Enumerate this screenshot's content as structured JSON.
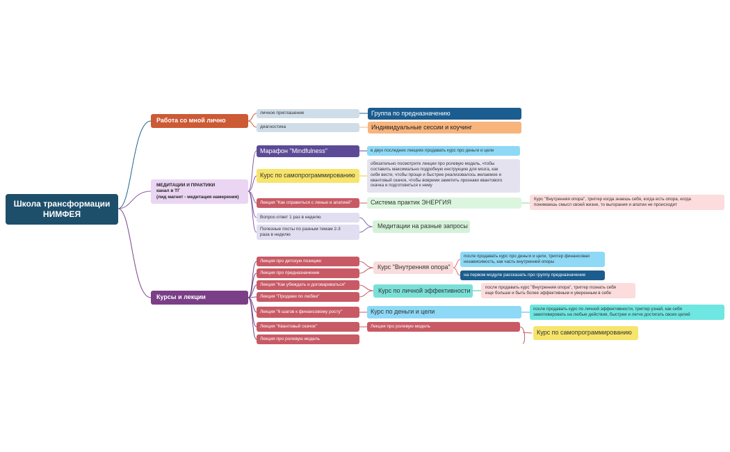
{
  "root": {
    "label": "Школа трансформации\nНИМФЕЯ"
  },
  "branch_personal": {
    "label": "Работа со мной лично",
    "items": [
      {
        "label": "личное приглашение",
        "target": "Группа по предназначению"
      },
      {
        "label": "диагностика",
        "target": "Индивидуальные сессии и коучинг"
      }
    ]
  },
  "branch_meditations": {
    "label": "МЕДИТАЦИИ И ПРАКТИКИ\nканал в ТГ\n(лид магнит - медитация намерения)",
    "marathon": {
      "label": "Марафон \"Mindfulness\"",
      "note": "в двух последних лекциях продавать курс про деньги и цели"
    },
    "selfprog": {
      "label": "Курс по самопрограммированию",
      "note": "обязательно посмотрите лекции про ролевую модель, чтобы\nсоставить максимально подробную инструкцию для мозга, как\nсебя вести, чтобы проще и быстрее реализовалось желаемое и\nквантовый скачок, чтобы вовремя заметить признаки квантового\nскачка и подготовиться к нему"
    },
    "laziness": {
      "label": "Лекция \"Как справиться с ленью и апатией\"",
      "target": "Система практик ЭНЕРГИЯ",
      "note": "Курс \"Внутренняя опора\", триггер когда знаешь себя, когда есть опора, когда\nпонимаешь смысл своей жизни, то выгорания и апатии не происходит"
    },
    "qa": "Вопрос-ответ 1 раз в неделю",
    "posts": "Полезные посты по разным темам 2-3\nраза в неделю",
    "qa_target": "Медитации на разные запросы"
  },
  "branch_courses": {
    "label": "Курсы и лекции",
    "lectures": [
      "Лекция про детскую позицию",
      "Лекция про предназначение",
      "Лекция \"Как убеждать и договариваться\"",
      "Лекция  \"Продажи по любви\"",
      "Лекция \"6 шагов к финансовому росту\"",
      "Лекция \"Квантовый скачок\"",
      "Лекция про ролевую модель"
    ],
    "inner_support": {
      "label": "Курс \"Внутренняя опора\"",
      "note1": "после продавать курс про деньги и цели, триггер финансовая\nнезависимость, как часть внутренней опоры",
      "note2": "на первом модуле рассказать про группу предназначение"
    },
    "efficiency": {
      "label": "Курс по личной эффективности",
      "note": "после продавать курс \"Внутренняя опора\", триггер познать себя\nеще больше и быть более эффективным и уверенным в себе"
    },
    "money": {
      "label": "Курс по деньги и цели",
      "note": "после продавать курс по личной эффективности, триггер узнай, как себя\nзамотивировать на любые действия, быстрее и легче достигать своих целей"
    },
    "quantum_target": "Лекция про ролевую модель",
    "final": "Курс по самопрограммированию"
  },
  "colors": {
    "root": "#1d4f6b",
    "orange": "#cc5a35",
    "purple": "#7a3f87",
    "navy": "#1b5d8e"
  }
}
